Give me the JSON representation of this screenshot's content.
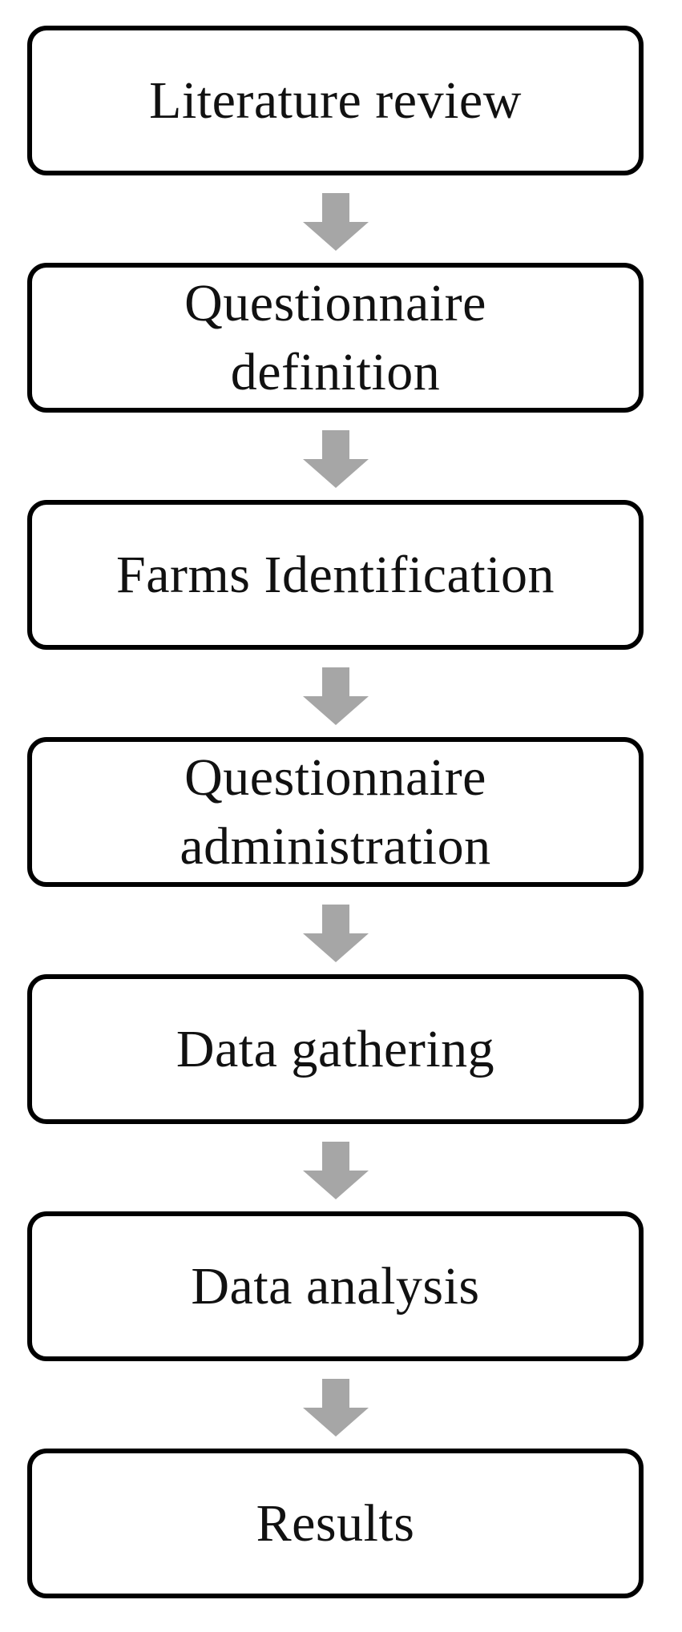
{
  "flowchart": {
    "steps": [
      {
        "label": "Literature review"
      },
      {
        "label": "Questionnaire\ndefinition"
      },
      {
        "label": "Farms Identification"
      },
      {
        "label": "Questionnaire\nadministration"
      },
      {
        "label": "Data gathering"
      },
      {
        "label": "Data analysis"
      },
      {
        "label": "Results"
      }
    ],
    "arrow_color": "#a6a6a6",
    "border_color": "#000000"
  }
}
